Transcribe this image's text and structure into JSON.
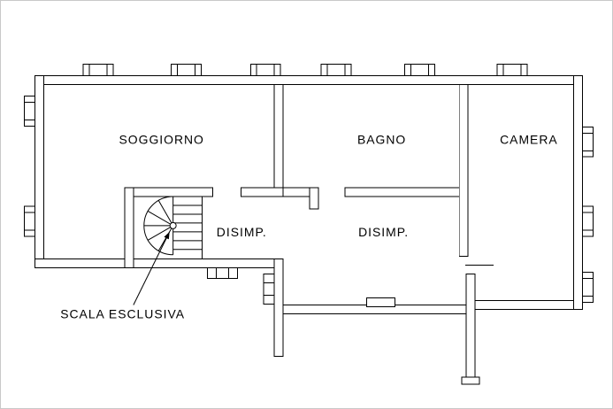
{
  "drawing": {
    "type": "architectural-floor-plan",
    "rooms": [
      {
        "id": "soggiorno",
        "label": "SOGGIORNO"
      },
      {
        "id": "bagno",
        "label": "BAGNO"
      },
      {
        "id": "camera",
        "label": "CAMERA"
      },
      {
        "id": "disimpegno-1",
        "label": "DISIMP."
      },
      {
        "id": "disimpegno-2",
        "label": "DISIMP."
      }
    ],
    "annotations": [
      {
        "id": "scala-esclusiva",
        "label": "SCALA ESCLUSIVA",
        "target": "spiral-staircase"
      }
    ],
    "colors": {
      "line": "#000000",
      "background": "#ffffff",
      "frame": "#c9c9c9"
    }
  }
}
